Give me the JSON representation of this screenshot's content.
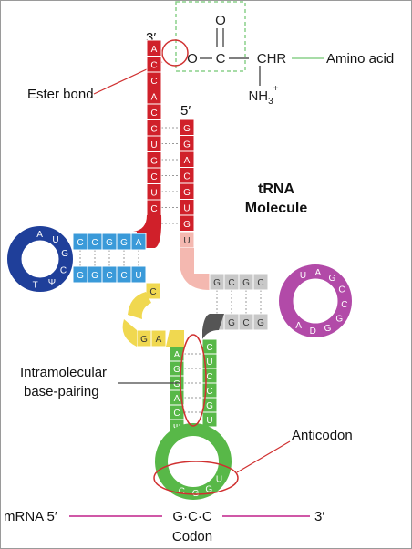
{
  "labels": {
    "three_prime_top": "3′",
    "five_prime_top": "5′",
    "ester_bond": "Ester bond",
    "amino_acid": "Amino acid",
    "title_line1": "tRNA",
    "title_line2": "Molecule",
    "intramolecular_line1": "Intramolecular",
    "intramolecular_line2": "base-pairing",
    "anticodon": "Anticodon",
    "mrna_5": "mRNA 5′",
    "mrna_3": "3′",
    "codon_seq": "G·C·C",
    "codon": "Codon"
  },
  "chem": {
    "o_single": "O",
    "c_single": "C",
    "o_double": "O",
    "chr": "CHR",
    "nh3": "NH",
    "nh3_sub": "3",
    "nh3_sup": "+"
  },
  "acceptor_stem": {
    "left_3prime": [
      "A",
      "C",
      "C",
      "A",
      "C",
      "C",
      "U",
      "G",
      "C",
      "U",
      "C"
    ],
    "right_5prime": [
      "G",
      "G",
      "A",
      "C",
      "G",
      "U",
      "G"
    ],
    "linker": "U"
  },
  "d_arm": {
    "stem_top": [
      "C",
      "C",
      "G",
      "G",
      "A"
    ],
    "stem_bottom": [
      "G",
      "G",
      "C",
      "C",
      "U"
    ],
    "loop": [
      "A",
      "U",
      "G",
      "C",
      "Ψ",
      "T"
    ]
  },
  "variable_region": [
    "C",
    "G",
    "A"
  ],
  "t_arm": {
    "stem_top": [
      "G",
      "C",
      "G",
      "C"
    ],
    "stem_bottom": [
      "C",
      "G",
      "C",
      "G"
    ],
    "loop": [
      "U",
      "A",
      "G",
      "C",
      "C",
      "G",
      "G",
      "D",
      "A"
    ]
  },
  "anticodon_arm": {
    "stem_left": [
      "A",
      "G",
      "G",
      "A",
      "C",
      "Ψ"
    ],
    "stem_right": [
      "C",
      "U",
      "C",
      "C",
      "G",
      "U"
    ],
    "loop": [
      "C",
      "G",
      "G",
      "U"
    ]
  },
  "colors": {
    "acceptor": "#d0202a",
    "d_arm_stem": "#3a9ad9",
    "d_arm_loop": "#1f3f9a",
    "variable": "#f0d850",
    "t_stem": "#c8c8c8",
    "t_loop": "#b24aa8",
    "anticodon": "#58b848",
    "linker": "#f4b8b0",
    "amino_box": "#8ad08a",
    "mrna": "#c0208a",
    "ellipse": "#d03030"
  }
}
